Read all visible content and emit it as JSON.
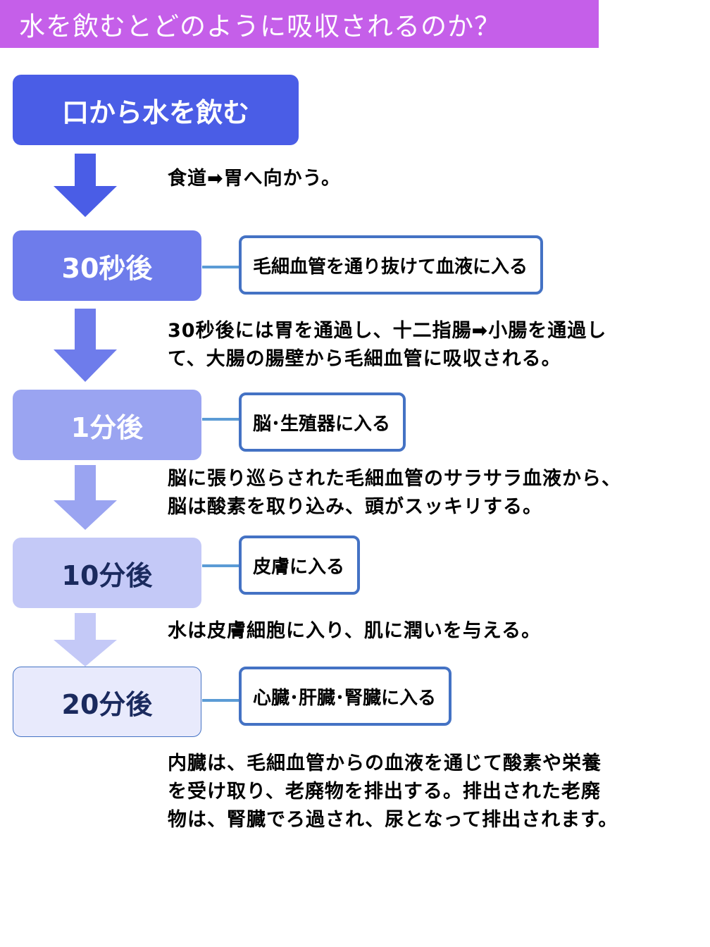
{
  "title": "水を飲むとどのように吸収されるのか？",
  "colors": {
    "title_bg": "#c55fe9",
    "callout_border": "#4472c4",
    "connector": "#5b9bd5"
  },
  "steps": [
    {
      "label": "口から水を飲む",
      "bg": "#4a5de6",
      "fg": "#ffffff",
      "description": [
        "食道➡胃へ向かう。"
      ]
    },
    {
      "label": "30秒後",
      "bg": "#6e7ceb",
      "fg": "#ffffff",
      "callout": "毛細血管を通り抜けて血液に入る",
      "description": [
        "30秒後には胃を通過し、十二指腸➡小腸を通過し",
        "て、大腸の腸壁から毛細血管に吸収される。"
      ]
    },
    {
      "label": "1分後",
      "bg": "#9aa4f1",
      "fg": "#ffffff",
      "callout": "脳･生殖器に入る",
      "description": [
        "脳に張り巡らされた毛細血管のサラサラ血液から、",
        "脳は酸素を取り込み、頭がスッキリする。"
      ]
    },
    {
      "label": "10分後",
      "bg": "#c4c9f7",
      "fg": "#1a2a5e",
      "callout": "皮膚に入る",
      "description": [
        "水は皮膚細胞に入り、肌に潤いを与える。"
      ]
    },
    {
      "label": "20分後",
      "bg": "#e8eafc",
      "fg": "#1a2a5e",
      "callout": "心臓･肝臓･腎臓に入る",
      "description": [
        "内臓は、毛細血管からの血液を通じて酸素や栄養",
        "を受け取り、老廃物を排出する。排出された老廃",
        "物は、腎臓でろ過され、尿となって排出されます。"
      ]
    }
  ],
  "arrow_colors": [
    "#4a5de6",
    "#6e7ceb",
    "#9aa4f1",
    "#c4c9f7"
  ]
}
